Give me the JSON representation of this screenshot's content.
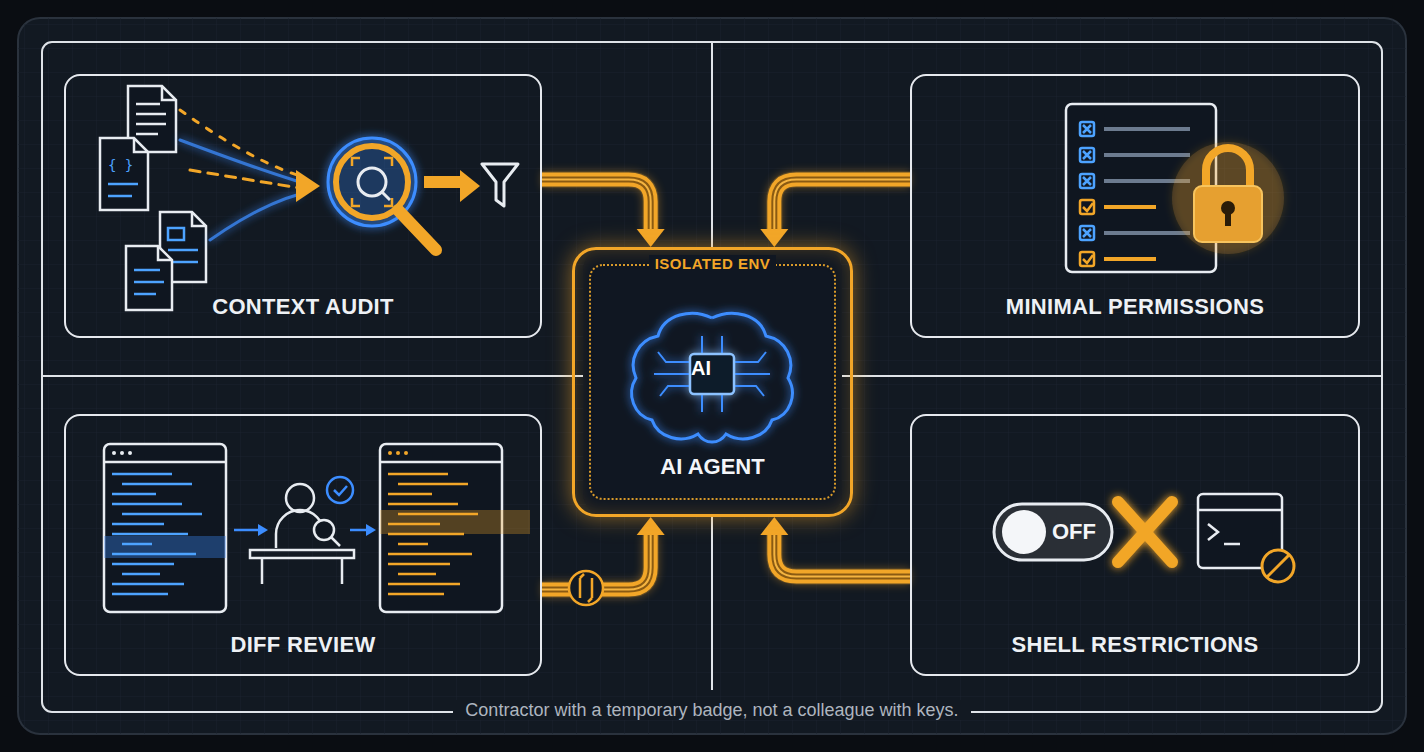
{
  "diagram": {
    "caption": "Contractor with a temporary badge, not a colleague with keys.",
    "nodes": [
      {
        "text": [
          "CONTEXT AUDIT"
        ]
      },
      {
        "text": [
          "MINIMAL PERMISSIONS"
        ]
      },
      {
        "text": [
          "ISOLATED ENV",
          "AI AGENT"
        ]
      },
      {
        "text": [
          "DIFF REVIEW"
        ]
      },
      {
        "text": [
          "SHELL RESTRICTIONS"
        ]
      }
    ],
    "edges": [
      {
        "from": 0,
        "to": 2,
        "arrow": "to"
      },
      {
        "from": 1,
        "to": 2,
        "arrow": "to"
      },
      {
        "from": 3,
        "to": 2,
        "arrow": "to"
      },
      {
        "from": 4,
        "to": 2,
        "arrow": "to"
      }
    ],
    "labels": [
      "AI",
      "OFF"
    ]
  }
}
